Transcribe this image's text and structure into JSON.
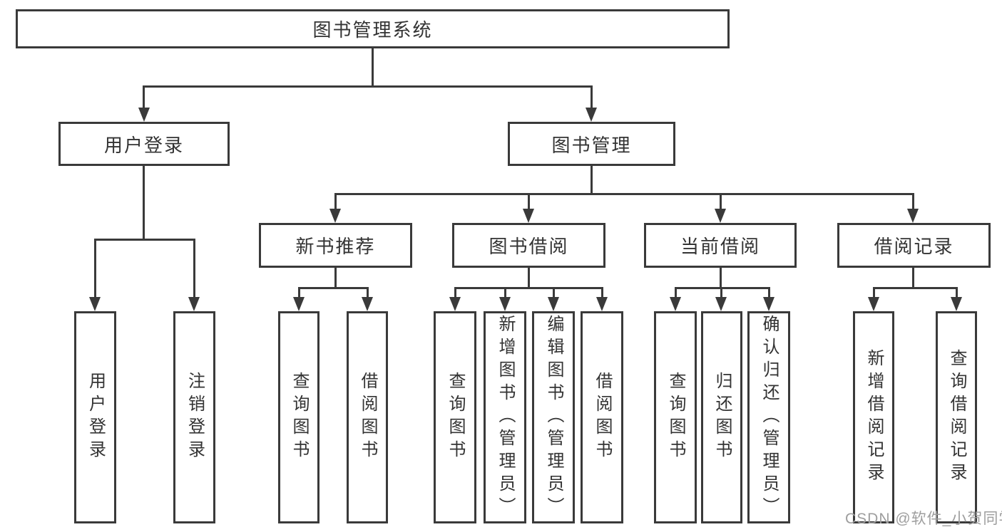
{
  "diagram": {
    "root": {
      "label": "图书管理系统"
    },
    "level2": [
      {
        "label": "用户登录",
        "parent": "图书管理系统"
      },
      {
        "label": "图书管理",
        "parent": "图书管理系统"
      }
    ],
    "level3": [
      {
        "label": "新书推荐",
        "parent": "图书管理"
      },
      {
        "label": "图书借阅",
        "parent": "图书管理"
      },
      {
        "label": "当前借阅",
        "parent": "图书管理"
      },
      {
        "label": "借阅记录",
        "parent": "图书管理"
      }
    ],
    "leaves": [
      {
        "label": "用户登录",
        "parent": "用户登录"
      },
      {
        "label": "注销登录",
        "parent": "用户登录"
      },
      {
        "label": "查询图书",
        "parent": "新书推荐"
      },
      {
        "label": "借阅图书",
        "parent": "新书推荐"
      },
      {
        "label": "查询图书",
        "parent": "图书借阅"
      },
      {
        "label": "新增图书（管理员）",
        "parent": "图书借阅"
      },
      {
        "label": "编辑图书（管理员）",
        "parent": "图书借阅"
      },
      {
        "label": "借阅图书",
        "parent": "图书借阅"
      },
      {
        "label": "查询图书",
        "parent": "当前借阅"
      },
      {
        "label": "归还图书",
        "parent": "当前借阅"
      },
      {
        "label": "确认归还（管理员）",
        "parent": "当前借阅"
      },
      {
        "label": "新增借阅记录",
        "parent": "借阅记录"
      },
      {
        "label": "查询借阅记录",
        "parent": "借阅记录"
      }
    ]
  },
  "watermark": {
    "text": "CSDN @软件_小贺同学"
  },
  "colors": {
    "line": "#3a3a3a",
    "text": "#333333",
    "watermark": "#9e9e9e",
    "background": "#ffffff"
  }
}
